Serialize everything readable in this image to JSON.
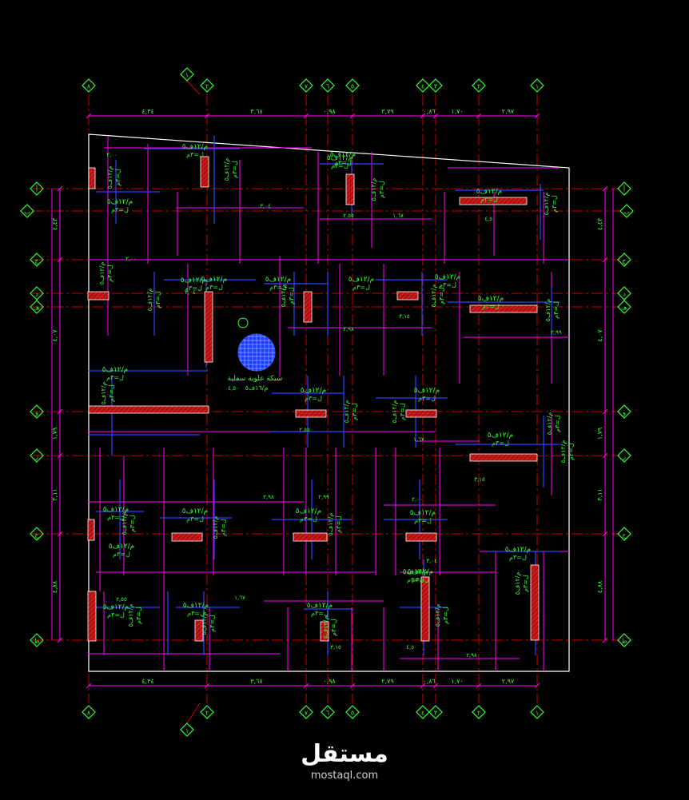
{
  "drawing": {
    "colors": {
      "background": "#000000",
      "grid_line": "#cc0000",
      "dimension_line": "#ff00ff",
      "rebar_line": "#3344ff",
      "rebar_text": "#33ff33",
      "slab_outline": "#ffffff",
      "bubble": "#33ff33",
      "column_fill": "#b01010"
    },
    "axis_labels": {
      "top": [
        "٨",
        "٢",
        "٧",
        "٦",
        "٥",
        "٤",
        "٣",
        "٢",
        "١"
      ],
      "top_extra": "١",
      "bottom": [
        "٨",
        "٢",
        "٧",
        "٦",
        "٥",
        "٤",
        "٣",
        "٢",
        "١"
      ],
      "bottom_extra": "١",
      "left": [
        "أ",
        "ب",
        "ج",
        "د",
        "هـ",
        "و",
        "ز",
        "ح",
        "ط"
      ],
      "right": [
        "أ",
        "ب",
        "ج",
        "د",
        "هـ",
        "و",
        "ز",
        "ح",
        "ط"
      ]
    },
    "dims": {
      "top": [
        "٤,٣٤",
        "٣,٦٨",
        "٠,٩٨",
        "٢,٧٩",
        "٠,٨٦",
        "١,٧٠",
        "٢,٩٧"
      ],
      "bottom": [
        "٤,٣٤",
        "٣,٦٨",
        "٠,٩٨",
        "٢,٧٩",
        "٠,٨٦",
        "١,٧٠",
        "٢,٩٧"
      ],
      "left": [
        "٤,٤٣",
        "٤,٠٧",
        "١,٧٩",
        "٣,١١",
        "٤,٨٨"
      ],
      "right": [
        "٤,٤٣",
        "٤,٠٧",
        "١,٧٩",
        "٣,١١",
        "٤,٨٨"
      ]
    },
    "rebar_label": "م/١٢ف٥",
    "rebar_len": "ل=٣م",
    "opening_label": "شبكة علوية سفلية",
    "opening_sub": "م/١٦ف٥",
    "dim_small": [
      "٢,٠٠",
      "٣,٠٤",
      "٢,٥٥",
      "١,٦٧",
      "٤,٥٠",
      "٣,١٥",
      "٢,٩٨",
      "٢,٩٩"
    ]
  },
  "watermark": {
    "arabic": "مستقل",
    "latin": "mostaql.com"
  }
}
